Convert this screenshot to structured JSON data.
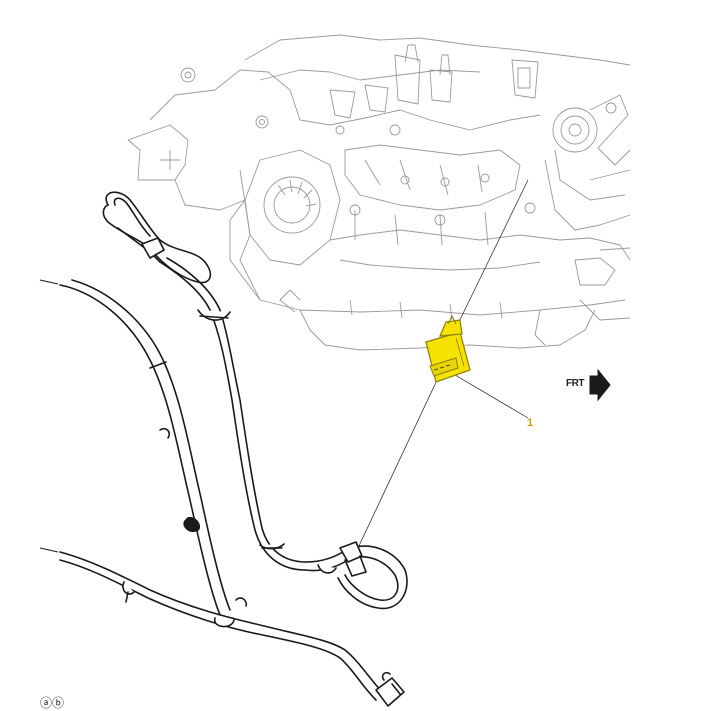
{
  "callouts": [
    {
      "id": "1",
      "label": "1"
    }
  ],
  "direction_indicator": {
    "label": "FRT"
  },
  "corner_mark": "ⓐⓑ",
  "colors": {
    "highlight": "#F5E200",
    "highlight_stroke": "#8A7E00",
    "callout_text": "#C8A000",
    "engine_line": "#9a9a9a",
    "harness_line": "#1a1a1a"
  },
  "icons": {
    "forward_arrow": "arrow-right-icon"
  }
}
